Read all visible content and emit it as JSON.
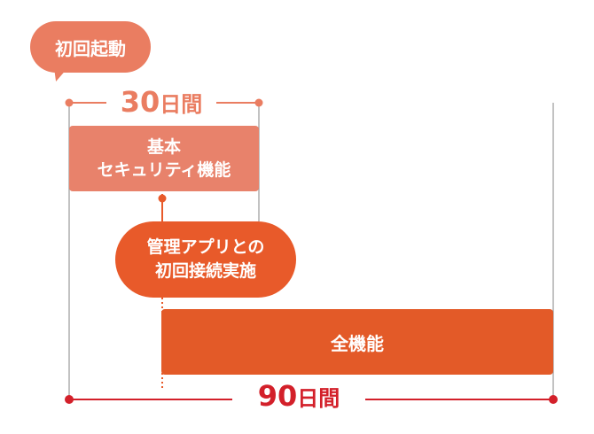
{
  "first_launch": {
    "label": "初回起動"
  },
  "trial_period": {
    "number": "30",
    "unit": "日間"
  },
  "basic_features": {
    "line1": "基本",
    "line2": "セキュリティ機能"
  },
  "management_app": {
    "line1": "管理アプリとの",
    "line2": "初回接続実施"
  },
  "full_features": {
    "label": "全機能"
  },
  "full_period": {
    "number": "90",
    "unit": "日間"
  },
  "colors": {
    "orange_light": "#ea7d61",
    "orange_box": "#e8826b",
    "orange_dark": "#e35a28",
    "red": "#d3202a",
    "gray_line": "#888888"
  }
}
